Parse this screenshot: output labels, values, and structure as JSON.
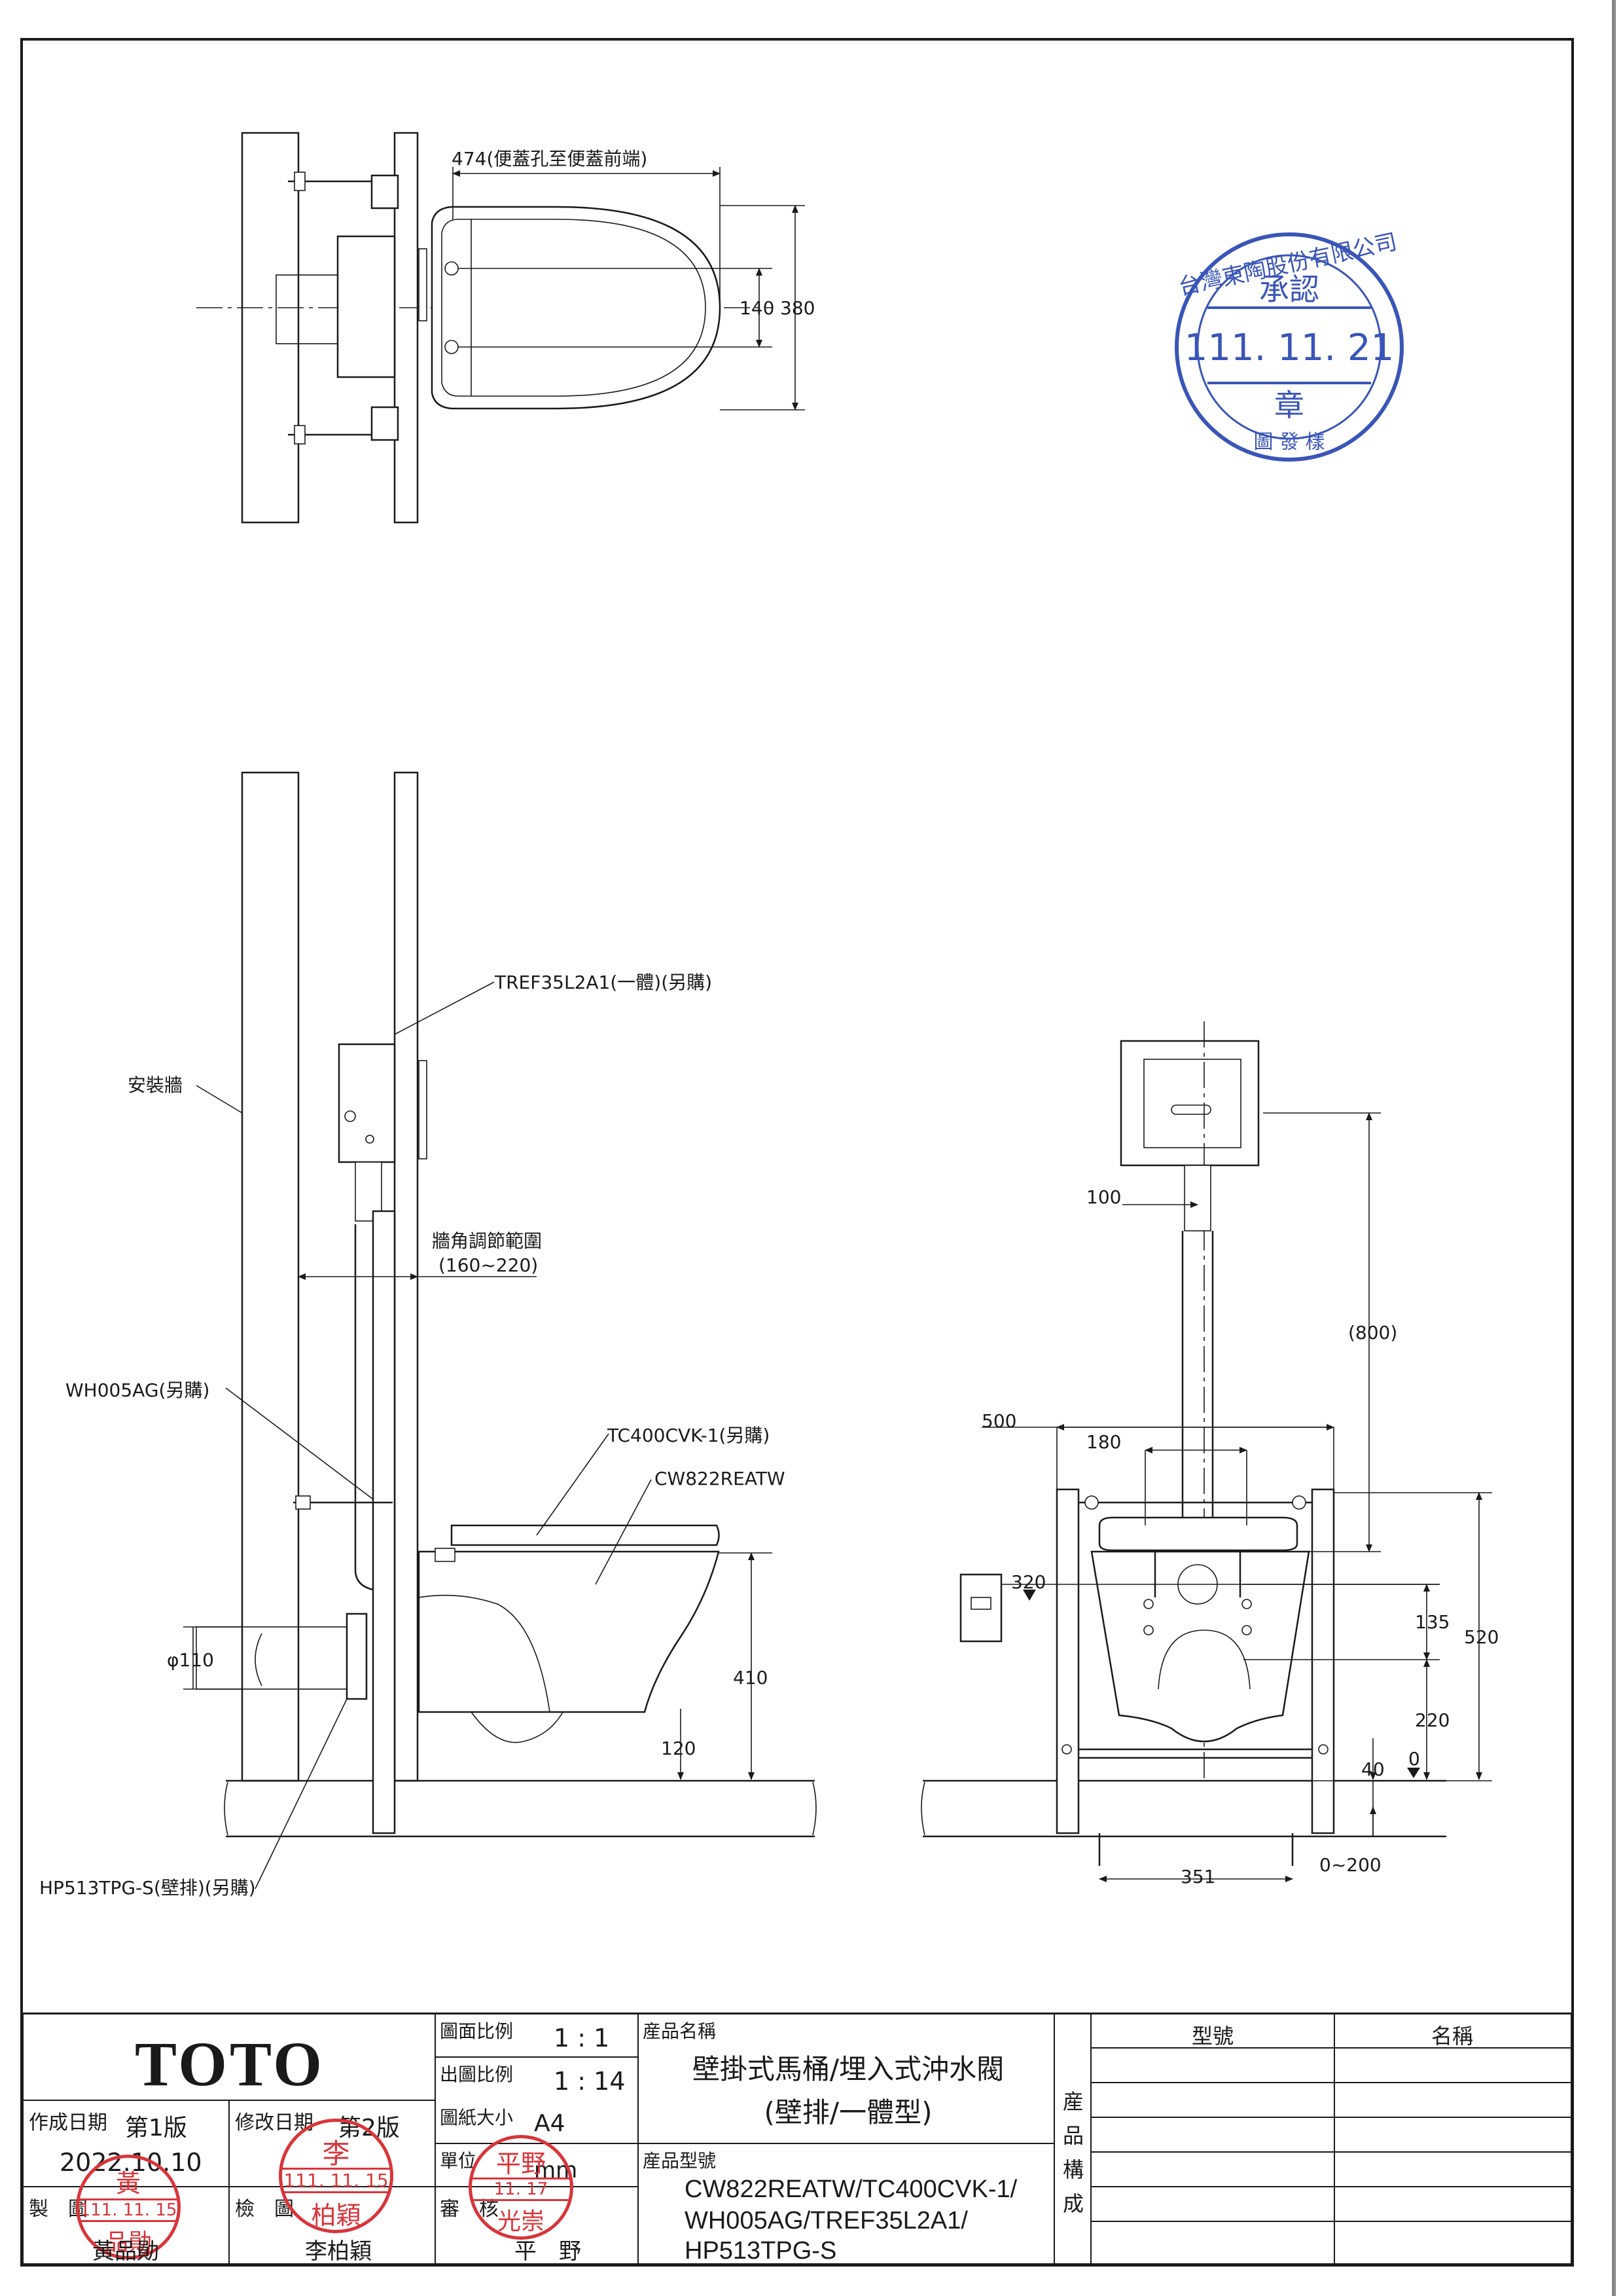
{
  "plan_view": {
    "width_label": "474(便蓋孔至便蓋前端)",
    "dim_140": "140",
    "dim_380": "380"
  },
  "side_view": {
    "tank_label": "TREF35L2A1(一體)(另購)",
    "wall_label": "安裝牆",
    "range_label_1": "牆角調節範圍",
    "range_label_2": "(160~220)",
    "valve_label": "WH005AG(另購)",
    "seat_label": "TC400CVK-1(另購)",
    "bowl_label": "CW822REATW",
    "pipe_label": "HP513TPG-S(壁排)(另購)",
    "dim_diameter": "φ110",
    "dim_410": "410",
    "dim_120": "120"
  },
  "front_view": {
    "dim_100": "100",
    "dim_800": "(800)",
    "dim_500": "500",
    "dim_180": "180",
    "dim_320": "320",
    "dim_135": "135",
    "dim_520": "520",
    "dim_220": "220",
    "dim_0": "0",
    "dim_40": "40",
    "dim_351": "351",
    "dim_0_200": "0~200"
  },
  "approval_stamp": {
    "company": "台灣東陶股份有限公司",
    "title": "承認",
    "date": "111. 11. 21",
    "seal_char": "章",
    "dept": "圖 發 樣"
  },
  "title_block": {
    "logo": "TOTO",
    "created_label": "作成日期",
    "created_version": "第1版",
    "created_date": "2022.10.10",
    "revised_label": "修改日期",
    "revised_version": "第2版",
    "drawn_label": "製　圖",
    "drawn_stamp_name": "黃",
    "drawn_stamp_sub": "品勛",
    "drawn_stamp_date": "111. 11. 15",
    "drawn_name": "黃品勛",
    "checked_label": "檢　圖",
    "checked_stamp_name": "李",
    "checked_stamp_sub": "柏穎",
    "checked_stamp_date": "111. 11. 15",
    "checked_name": "李柏穎",
    "scale_label": "圖面比例",
    "scale_value": "1 : 1",
    "print_scale_label": "出圖比例",
    "print_scale_value": "1 : 14",
    "paper_label": "圖紙大小",
    "paper_value": "A4",
    "unit_label": "單位",
    "unit_value": "mm",
    "review_label": "審　核",
    "review_stamp_name": "平野",
    "review_stamp_sub": "光崇",
    "review_stamp_date": "11. 17",
    "review_name": "平　野",
    "product_name_label": "産品名稱",
    "product_name_1": "壁掛式馬桶/埋入式沖水閥",
    "product_name_2": "(壁排/一體型)",
    "model_label": "産品型號",
    "model_1": "CW822REATW/TC400CVK-1/",
    "model_2": "WH005AG/TREF35L2A1/",
    "model_3": "HP513TPG-S",
    "composition_chars": [
      "産",
      "品",
      "構",
      "成"
    ],
    "col_model": "型號",
    "col_name": "名稱"
  },
  "colors": {
    "line": "#1a1a1a",
    "stamp_blue": "#3a55b8",
    "stamp_red": "#d8353a"
  }
}
